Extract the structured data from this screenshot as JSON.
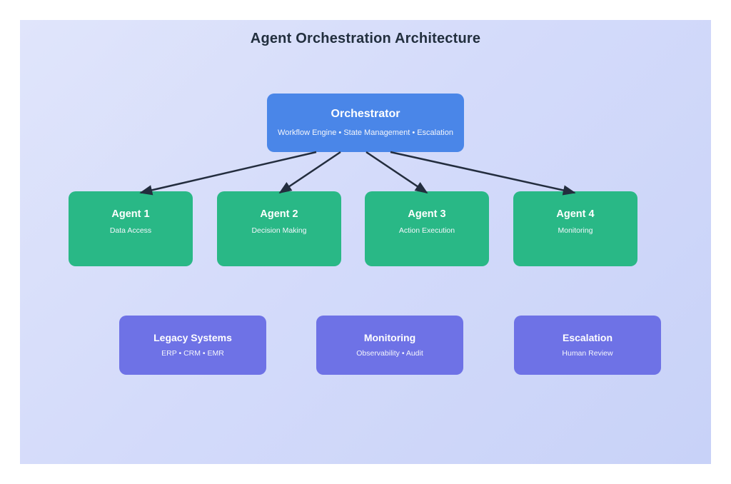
{
  "title": "Agent Orchestration Architecture",
  "colors": {
    "panel_gradient_start": "#e0e5fb",
    "panel_gradient_end": "#c8d2f8",
    "orchestrator_fill": "#4a86e8",
    "agent_fill": "#29b886",
    "system_fill": "#6e72e6",
    "connector": "#232d3e",
    "title_text": "#222f3e",
    "node_text": "#ffffff"
  },
  "orchestrator": {
    "title": "Orchestrator",
    "subtitle": "Workflow Engine • State Management • Escalation"
  },
  "agents": [
    {
      "title": "Agent 1",
      "subtitle": "Data Access"
    },
    {
      "title": "Agent 2",
      "subtitle": "Decision Making"
    },
    {
      "title": "Agent 3",
      "subtitle": "Action Execution"
    },
    {
      "title": "Agent 4",
      "subtitle": "Monitoring"
    }
  ],
  "systems": [
    {
      "title": "Legacy Systems",
      "subtitle": "ERP • CRM • EMR"
    },
    {
      "title": "Monitoring",
      "subtitle": "Observability • Audit"
    },
    {
      "title": "Escalation",
      "subtitle": "Human Review"
    }
  ],
  "connections": [
    {
      "from": "Orchestrator",
      "to": "Agent 1"
    },
    {
      "from": "Orchestrator",
      "to": "Agent 2"
    },
    {
      "from": "Orchestrator",
      "to": "Agent 3"
    },
    {
      "from": "Orchestrator",
      "to": "Agent 4"
    }
  ]
}
